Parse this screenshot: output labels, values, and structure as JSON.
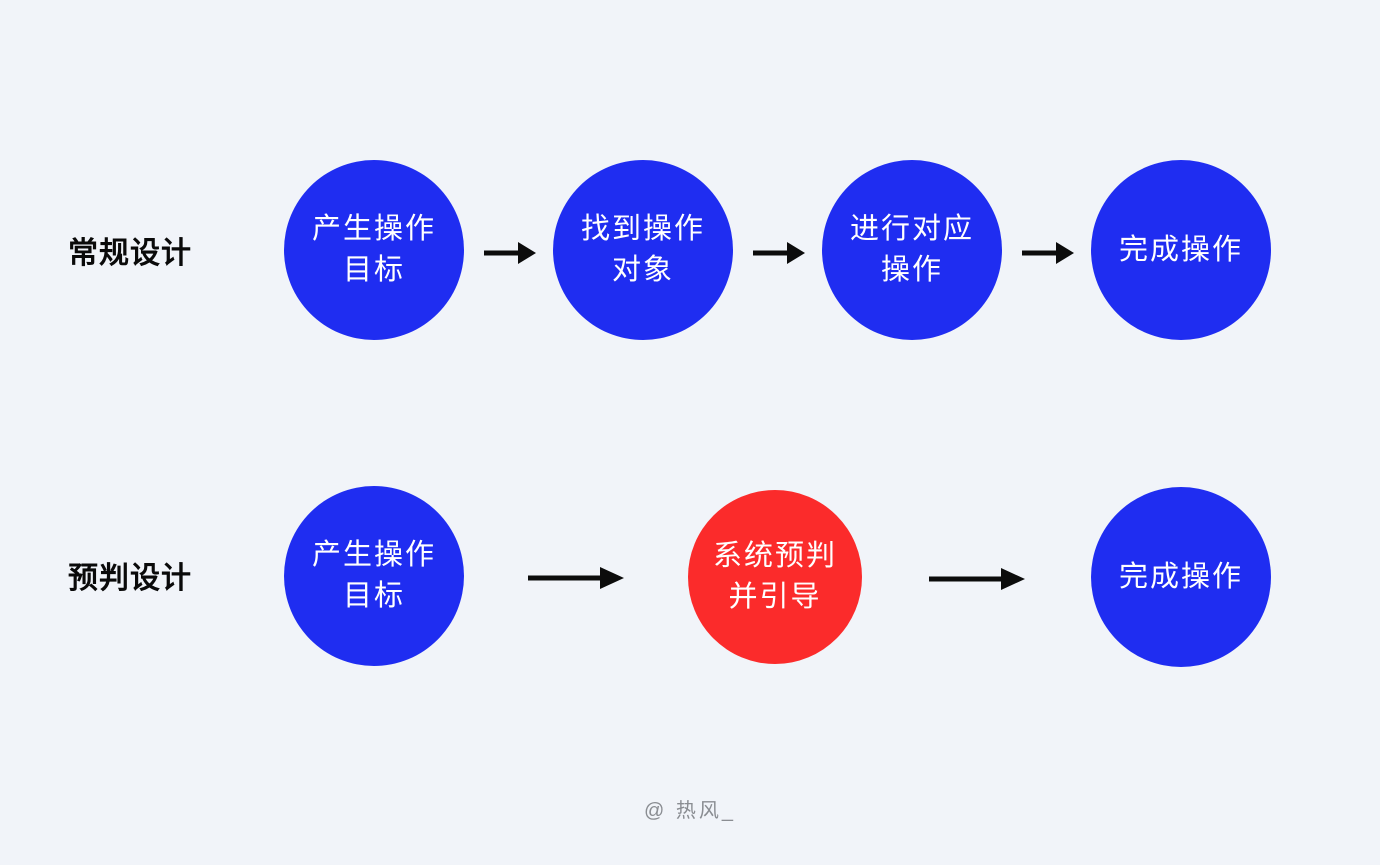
{
  "colors": {
    "background": "#F1F4F9",
    "node_blue": "#1F2DF1",
    "node_red": "#FB2B2B",
    "node_text": "#FFFFFF",
    "arrow": "#0C0C0C",
    "label": "#0A0A0A",
    "watermark": "#8A8D92"
  },
  "rows": [
    {
      "label": "常规设计",
      "nodes": [
        {
          "line1": "产生操作",
          "line2": "目标",
          "color": "blue"
        },
        {
          "line1": "找到操作",
          "line2": "对象",
          "color": "blue"
        },
        {
          "line1": "进行对应",
          "line2": "操作",
          "color": "blue"
        },
        {
          "line1": "完成操作",
          "line2": "",
          "color": "blue"
        }
      ]
    },
    {
      "label": "预判设计",
      "nodes": [
        {
          "line1": "产生操作",
          "line2": "目标",
          "color": "blue"
        },
        {
          "line1": "系统预判",
          "line2": "并引导",
          "color": "red"
        },
        {
          "line1": "完成操作",
          "line2": "",
          "color": "blue"
        }
      ]
    }
  ],
  "watermark": "@ 热风_"
}
